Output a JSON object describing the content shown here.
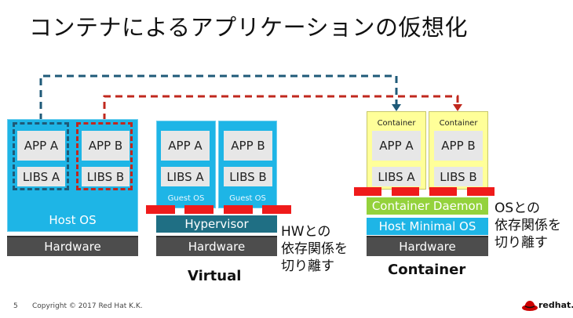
{
  "title": "コンテナによるアプリケーションの仮想化",
  "host_stack": {
    "app_a": "APP A",
    "app_b": "APP B",
    "libs_a": "LIBS A",
    "libs_b": "LIBS B",
    "host_os": "Host OS",
    "hardware": "Hardware"
  },
  "virtual_stack": {
    "app_a": "APP A",
    "app_b": "APP B",
    "libs_a": "LIBS A",
    "libs_b": "LIBS B",
    "guest_os_1": "Guest OS",
    "guest_os_2": "Guest OS",
    "hypervisor": "Hypervisor",
    "hardware": "Hardware",
    "heading": "Virtual",
    "note_lines": [
      "HWとの",
      "依存関係を",
      "切り離す"
    ]
  },
  "container_stack": {
    "container_label_1": "Container",
    "container_label_2": "Container",
    "app_a": "APP A",
    "app_b": "APP B",
    "libs_a": "LIBS A",
    "libs_b": "LIBS B",
    "daemon": "Container Daemon",
    "host_minimal_os": "Host Minimal OS",
    "hardware": "Hardware",
    "heading": "Container",
    "note_lines": [
      "OSとの",
      "依存関係を",
      "切り離す"
    ]
  },
  "footer": {
    "page_number": "5",
    "copyright": "Copyright © 2017 Red Hat K.K.",
    "logo_text": "redhat."
  },
  "colors": {
    "host_blue": "#1eb5e6",
    "hardware_gray": "#4d4d4d",
    "hypervisor_teal": "#1f6f84",
    "daemon_green": "#94d23c",
    "container_yellow": "#ffff99",
    "arrow_dark_teal": "#1f5a78",
    "arrow_red": "#c0281e",
    "separator_red": "#ef1b1b"
  }
}
